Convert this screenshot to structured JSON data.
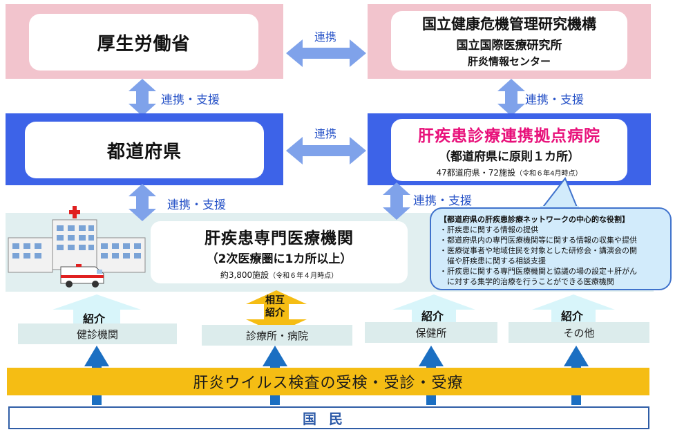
{
  "mhlw": "厚生労働省",
  "jihs": {
    "line1": "国立健康危機管理研究機構",
    "line2": "国立国際医療研究所",
    "line3": "肝炎情報センター"
  },
  "prefecture": "都道府県",
  "base_hospital": {
    "name": "肝疾患診療連携拠点病院",
    "sub": "（都道府県に原則１カ所）",
    "count": "47都道府県・72施設",
    "asof": "（令和６年4月時点）"
  },
  "specialist": {
    "name": "肝疾患専門医療機関",
    "sub": "（2次医療圏に1カ所以上）",
    "count": "約3,800施設",
    "asof": "（令和６年４月時点）"
  },
  "links": {
    "top": "連携",
    "mid": "連携",
    "left1": "連携・支援",
    "right1": "連携・支援",
    "left2": "連携・支援",
    "right2": "連携・支援"
  },
  "callout": {
    "title": "【都道府県の肝疾患診療ネットワークの中心的な役割】",
    "items": [
      "・肝疾患に関する情報の提供",
      "・都道府県内の専門医療機関等に関する情報の収集や提供",
      "・医療従事者や地域住民を対象とした研修会・講演会の開",
      "　催や肝疾患に関する相談支援",
      "・肝疾患に関する専門医療機関と協議の場の設定＋肝がん",
      "　に対する集学的治療を行うことができる医療機関"
    ]
  },
  "referrals": [
    {
      "arrow": "紹介",
      "entity": "健診機関"
    },
    {
      "arrow": "相互\n紹介",
      "entity": "診療所・病院"
    },
    {
      "arrow": "紹介",
      "entity": "保健所"
    },
    {
      "arrow": "紹介",
      "entity": "その他"
    }
  ],
  "mutual": {
    "line1": "相互",
    "line2": "紹介"
  },
  "test_bar": "肝炎ウイルス検査の受検・受診・受療",
  "citizen": "国民",
  "colors": {
    "pink": "#f2c4cd",
    "blue": "#3d63e8",
    "arrow_light": "#7fa2ea",
    "arrow_dark": "#1b6fc2",
    "yellow": "#f5bd14",
    "magenta": "#e8107a"
  }
}
